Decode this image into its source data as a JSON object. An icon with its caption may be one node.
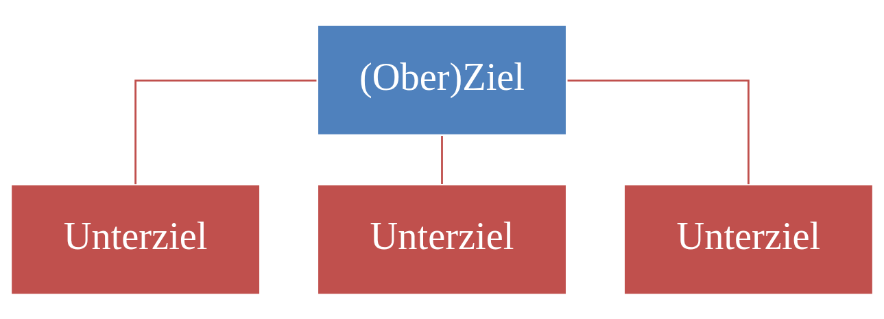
{
  "diagram": {
    "nodes": [
      {
        "text": [
          "(Ober)Ziel"
        ]
      },
      {
        "text": [
          "Unterziel"
        ]
      },
      {
        "text": [
          "Unterziel"
        ]
      },
      {
        "text": [
          "Unterziel"
        ]
      }
    ],
    "edges": [
      {
        "from": 0,
        "to": 1,
        "arrow": "none"
      },
      {
        "from": 0,
        "to": 2,
        "arrow": "none"
      },
      {
        "from": 0,
        "to": 3,
        "arrow": "none"
      }
    ]
  }
}
